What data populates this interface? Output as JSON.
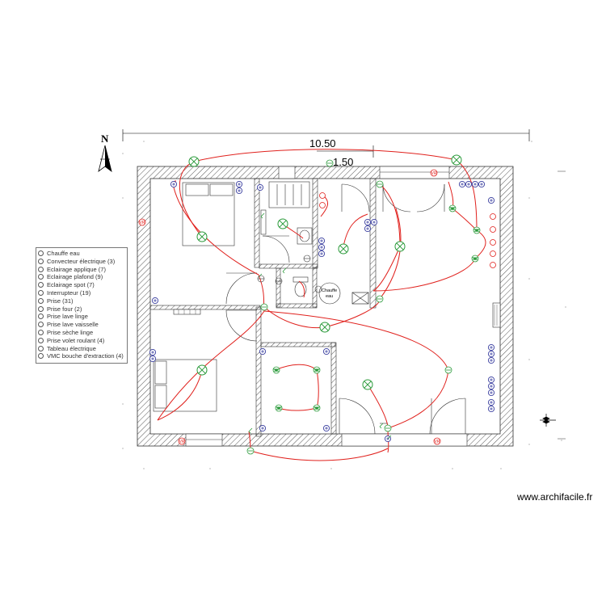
{
  "plan": {
    "dimension_total": "10.50",
    "dimension_partial": "1.50",
    "north_label": "N",
    "chauffe_eau_label_1": "Chauffe",
    "chauffe_eau_label_2": "eau"
  },
  "legend": {
    "items": [
      {
        "label": "Chauffe eau",
        "icon": "water-heater-icon"
      },
      {
        "label": "Convecteur électrique (3)",
        "icon": "convector-icon"
      },
      {
        "label": "Eclairage applique (7)",
        "icon": "wall-light-icon"
      },
      {
        "label": "Eclairage plafond (9)",
        "icon": "ceiling-light-icon"
      },
      {
        "label": "Eclairage spot (7)",
        "icon": "spot-light-icon"
      },
      {
        "label": "Interrupteur (19)",
        "icon": "switch-icon"
      },
      {
        "label": "Prise (31)",
        "icon": "outlet-icon"
      },
      {
        "label": "Prise four (2)",
        "icon": "oven-outlet-icon"
      },
      {
        "label": "Prise lave linge",
        "icon": "washer-outlet-icon"
      },
      {
        "label": "Prise lave vaisselle",
        "icon": "dishwasher-outlet-icon"
      },
      {
        "label": "Prise sèche linge",
        "icon": "dryer-outlet-icon"
      },
      {
        "label": "Prise volet roulant (4)",
        "icon": "shutter-outlet-icon"
      },
      {
        "label": "Tableau électrique",
        "icon": "electrical-panel-icon"
      },
      {
        "label": "VMC bouche d'extraction (4)",
        "icon": "vmc-icon"
      }
    ]
  },
  "watermark": "www.archifacile.fr",
  "colors": {
    "wire": "#e0201c",
    "outlet": "#3a3fa0",
    "light": "#2a9a3a",
    "wall_hatch": "#555555"
  }
}
